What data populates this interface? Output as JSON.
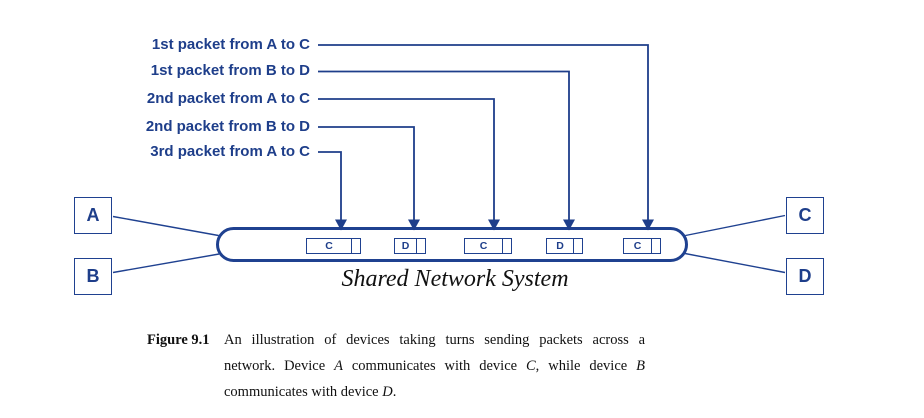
{
  "figure": {
    "packet_labels": [
      {
        "text": "1st packet from A to C"
      },
      {
        "text": "1st packet from B to D"
      },
      {
        "text": "2nd packet from A to C"
      },
      {
        "text": "2nd packet from B to D"
      },
      {
        "text": "3rd packet from A to C"
      }
    ],
    "devices": {
      "left": [
        {
          "label": "A"
        },
        {
          "label": "B"
        }
      ],
      "right": [
        {
          "label": "C"
        },
        {
          "label": "D"
        }
      ]
    },
    "packets_in_pipe": [
      {
        "label": "C"
      },
      {
        "label": "D"
      },
      {
        "label": "C"
      },
      {
        "label": "D"
      },
      {
        "label": "C"
      }
    ],
    "network_label": "Shared Network System",
    "colors": {
      "diagram_blue": "#1e3e8a",
      "text_black": "#111111"
    }
  },
  "caption": {
    "figure_label": "Figure 9.1",
    "line1": "An illustration of devices taking turns sending packets across a",
    "line2": {
      "t1": "network.  Device ",
      "i1": "A",
      "t2": " communicates with device ",
      "i2": "C",
      "t3": ", while device ",
      "i3": "B"
    },
    "line3": {
      "t1": "communicates with device ",
      "i1": "D",
      "t2": "."
    }
  }
}
